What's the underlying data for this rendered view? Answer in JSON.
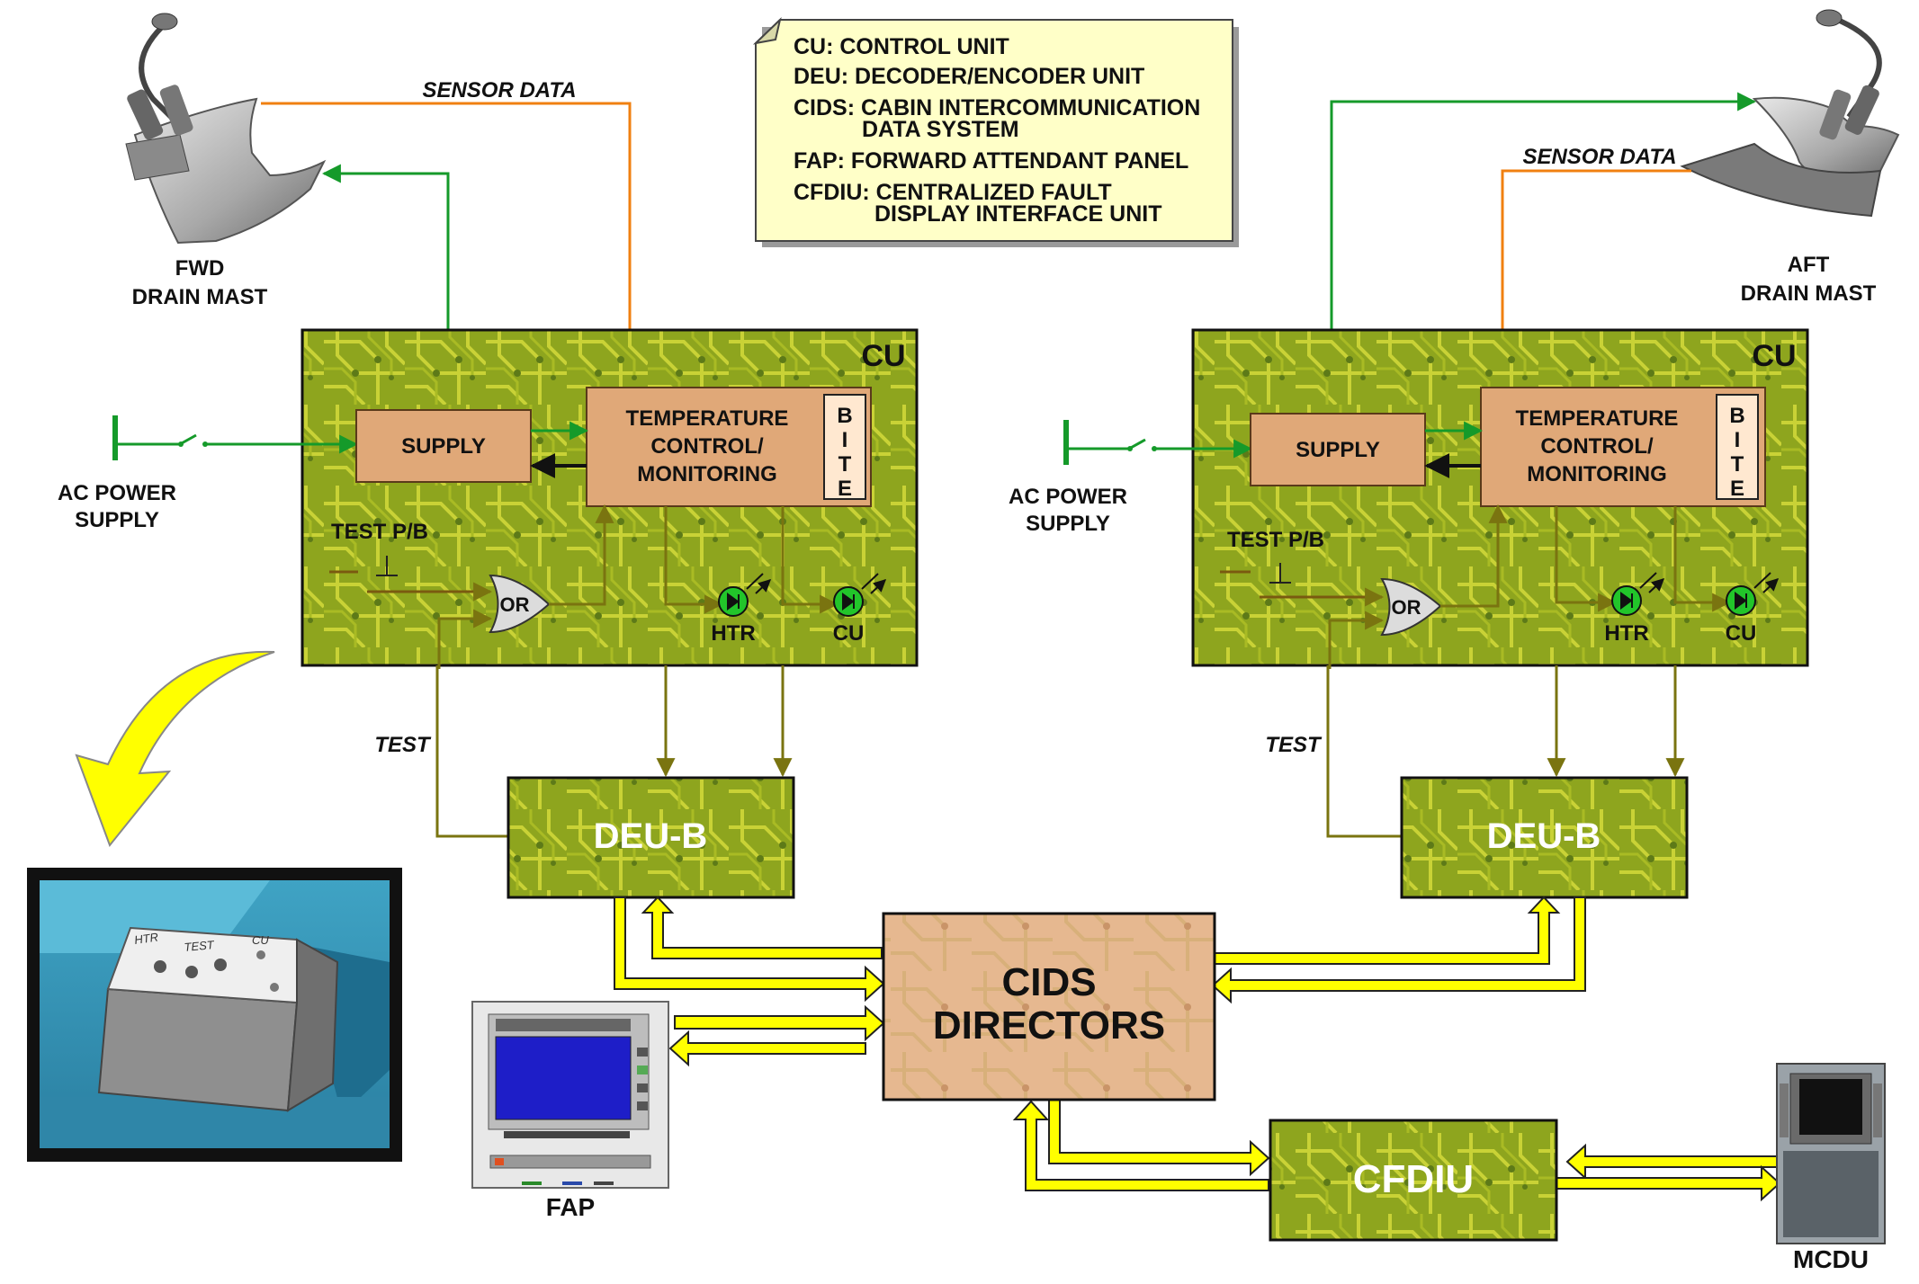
{
  "legend": {
    "lines": [
      "CU: CONTROL UNIT",
      "DEU: DECODER/ENCODER UNIT",
      "CIDS: CABIN INTERCOMMUNICATION",
      "DATA SYSTEM",
      "FAP: FORWARD ATTENDANT PANEL",
      "CFDIU: CENTRALIZED FAULT",
      "DISPLAY INTERFACE UNIT"
    ]
  },
  "left": {
    "mast_label_1": "FWD",
    "mast_label_2": "DRAIN MAST",
    "sensor_data": "SENSOR DATA",
    "cu_title": "CU",
    "supply": "SUPPLY",
    "temp_1": "TEMPERATURE",
    "temp_2": "CONTROL/",
    "temp_3": "MONITORING",
    "bite": [
      "B",
      "I",
      "T",
      "E"
    ],
    "ac_power_1": "AC POWER",
    "ac_power_2": "SUPPLY",
    "test_pb": "TEST  P/B",
    "or": "OR",
    "htr": "HTR",
    "cu_led": "CU",
    "test": "TEST",
    "deu": "DEU-B"
  },
  "right": {
    "mast_label_1": "AFT",
    "mast_label_2": "DRAIN MAST",
    "sensor_data": "SENSOR DATA",
    "cu_title": "CU",
    "supply": "SUPPLY",
    "temp_1": "TEMPERATURE",
    "temp_2": "CONTROL/",
    "temp_3": "MONITORING",
    "bite": [
      "B",
      "I",
      "T",
      "E"
    ],
    "ac_power_1": "AC POWER",
    "ac_power_2": "SUPPLY",
    "test_pb": "TEST  P/B",
    "or": "OR",
    "htr": "HTR",
    "cu_led": "CU",
    "test": "TEST",
    "deu": "DEU-B"
  },
  "center": {
    "cids_1": "CIDS",
    "cids_2": "DIRECTORS",
    "cfdiu": "CFDIU",
    "fap": "FAP",
    "mcdu": "MCDU"
  },
  "photo": {
    "htr": "HTR",
    "test": "TEST",
    "cu": "CU"
  },
  "colors": {
    "pcb_green": "#8ea51e",
    "supply_box": "#e0a878",
    "green_line": "#159a2a",
    "orange_line": "#f08010",
    "olive_line": "#7a7410",
    "bus_yellow": "#ffff00",
    "legend_bg": "#ffffc8"
  }
}
